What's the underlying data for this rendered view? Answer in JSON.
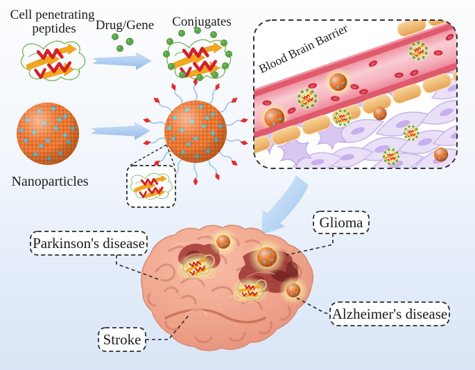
{
  "figure": {
    "labels": {
      "cell_penetrating_peptides": {
        "line1": "Cell penetrating",
        "line2": "peptides"
      },
      "drug_gene": "Drug/Gene",
      "conjugates": "Conjugates",
      "nanoparticles": "Nanoparticles",
      "blood_brain_barrier": "Blood Brain Barrier",
      "parkinsons": "Parkinson's disease",
      "glioma": "Glioma",
      "stroke": "Stroke",
      "alzheimers": "Alzheimer's disease"
    },
    "icons": {
      "flow_arrow_right": "right-arrow",
      "flow_arrow_down": "down-arrow",
      "peptide": "peptide-ribbon-icon",
      "drug_molecule": "green-sphere-icon",
      "nanoparticle": "orange-nanoparticle-icon",
      "functionalized_nanoparticle": "peptide-conjugated-nanoparticle-icon",
      "red_blood_cell": "red-blood-cell-icon",
      "astrocyte": "astrocyte-cell-icon",
      "brain": "brain-illustration"
    },
    "colors": {
      "arrow_blue": "#a9c9ef",
      "drug_green": "#5ba646",
      "nanoparticle_orange": "#ee7b3a",
      "nanoparticle_dot_cyan": "#5fc6dd",
      "peptide_red": "#d32027",
      "peptide_yellow": "#f2a71c",
      "peptide_green": "#7cb558",
      "vessel_pink": "#f5aab6",
      "vessel_border": "#e05a6d",
      "endothelial_tan": "#f2c27e",
      "astrocyte_purple": "#d7c7f1",
      "brain_salmon": "#f2a68e",
      "lesion_red": "#a8413d",
      "glow_yellow": "#faeea0",
      "label_border": "#2a2a2a",
      "background_top": "#fbfcfe",
      "background_bottom": "#d9e5f6"
    }
  }
}
